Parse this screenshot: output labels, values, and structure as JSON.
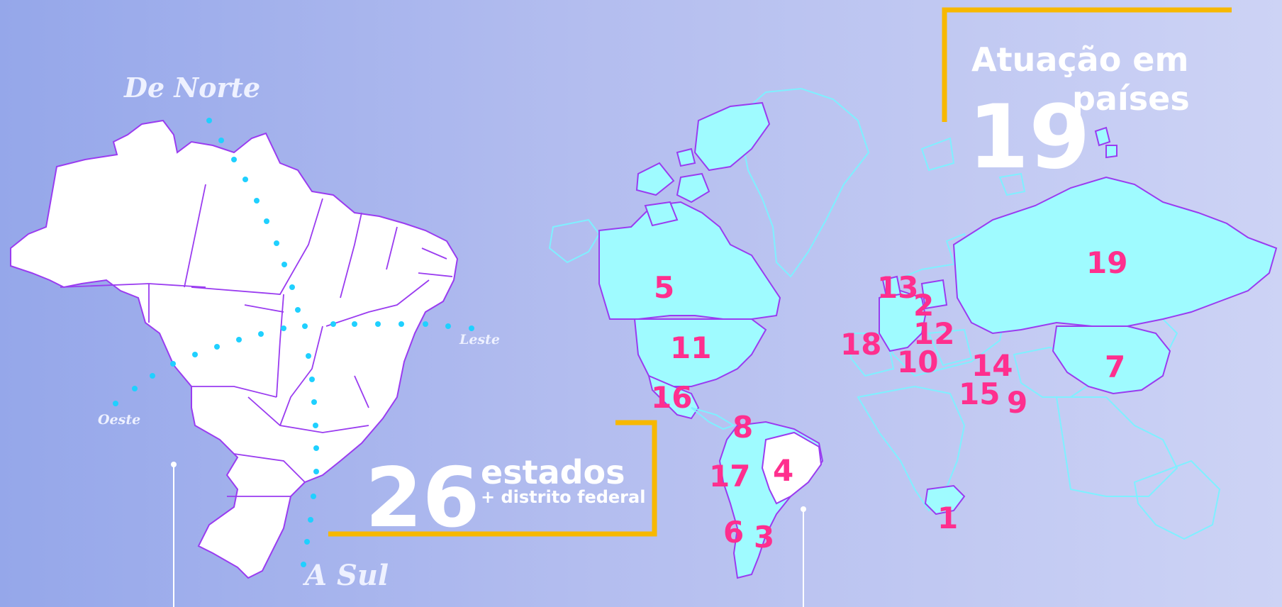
{
  "colors": {
    "land_fill": "#9ffbff",
    "land_outline": "#9a3cf0",
    "country_line": "#7ff0ff",
    "brazil_fill": "#ffffff",
    "accent_yellow": "#f7b800",
    "number_pink": "#ff2f8e",
    "dots": "#1fd0ff"
  },
  "brazil": {
    "north_label": "De Norte",
    "east_label": "Leste",
    "west_label": "Oeste",
    "south_label": "A Sul",
    "states_count": "26",
    "states_word": "estados",
    "states_sub": "+ distrito federal"
  },
  "world": {
    "title_line1": "Atuação em",
    "title_line2": "países",
    "countries_count": "19",
    "markers": [
      "1",
      "2",
      "3",
      "4",
      "5",
      "6",
      "7",
      "8",
      "9",
      "10",
      "11",
      "12",
      "13",
      "14",
      "15",
      "16",
      "17",
      "18",
      "19"
    ]
  }
}
